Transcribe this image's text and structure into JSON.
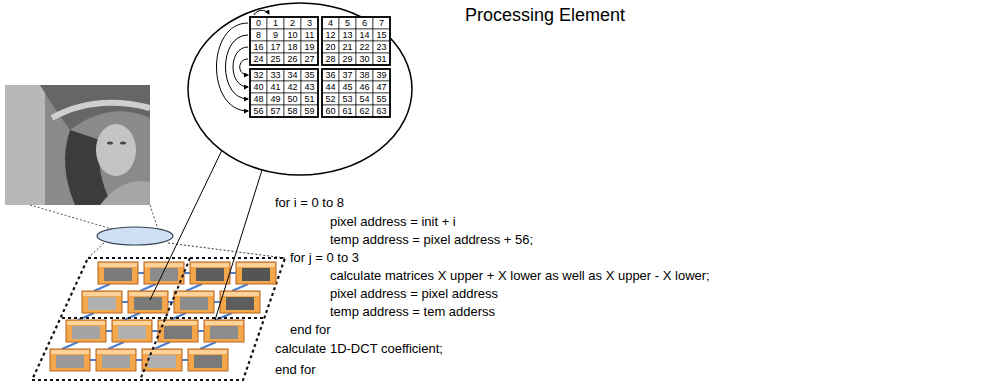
{
  "diagram": {
    "title": "Processing Element",
    "labels": [
      "0",
      "1",
      "2",
      "3",
      "4",
      "5",
      "6",
      "7",
      "8",
      "9",
      "10",
      "11",
      "12",
      "13",
      "14",
      "15",
      "16",
      "17",
      "18",
      "19",
      "20",
      "21",
      "22",
      "23",
      "24",
      "25",
      "26",
      "27",
      "28",
      "29",
      "30",
      "31",
      "32",
      "33",
      "34",
      "35",
      "36",
      "37",
      "38",
      "39",
      "40",
      "41",
      "42",
      "43",
      "44",
      "45",
      "46",
      "47",
      "48",
      "49",
      "50",
      "51",
      "52",
      "53",
      "54",
      "55",
      "56",
      "57",
      "58",
      "59",
      "60",
      "61",
      "62",
      "63",
      "for i = 0 to 8",
      "pixel address = init + i",
      "temp address = pixel address + 56;",
      "for j = 0 to 3",
      "calculate matrices X upper + X lower as well as X upper - X lower;",
      "pixel address = pixel address",
      "temp address = tem adderss",
      "end for",
      "calculate 1D-DCT coefficient;",
      "end for"
    ]
  }
}
